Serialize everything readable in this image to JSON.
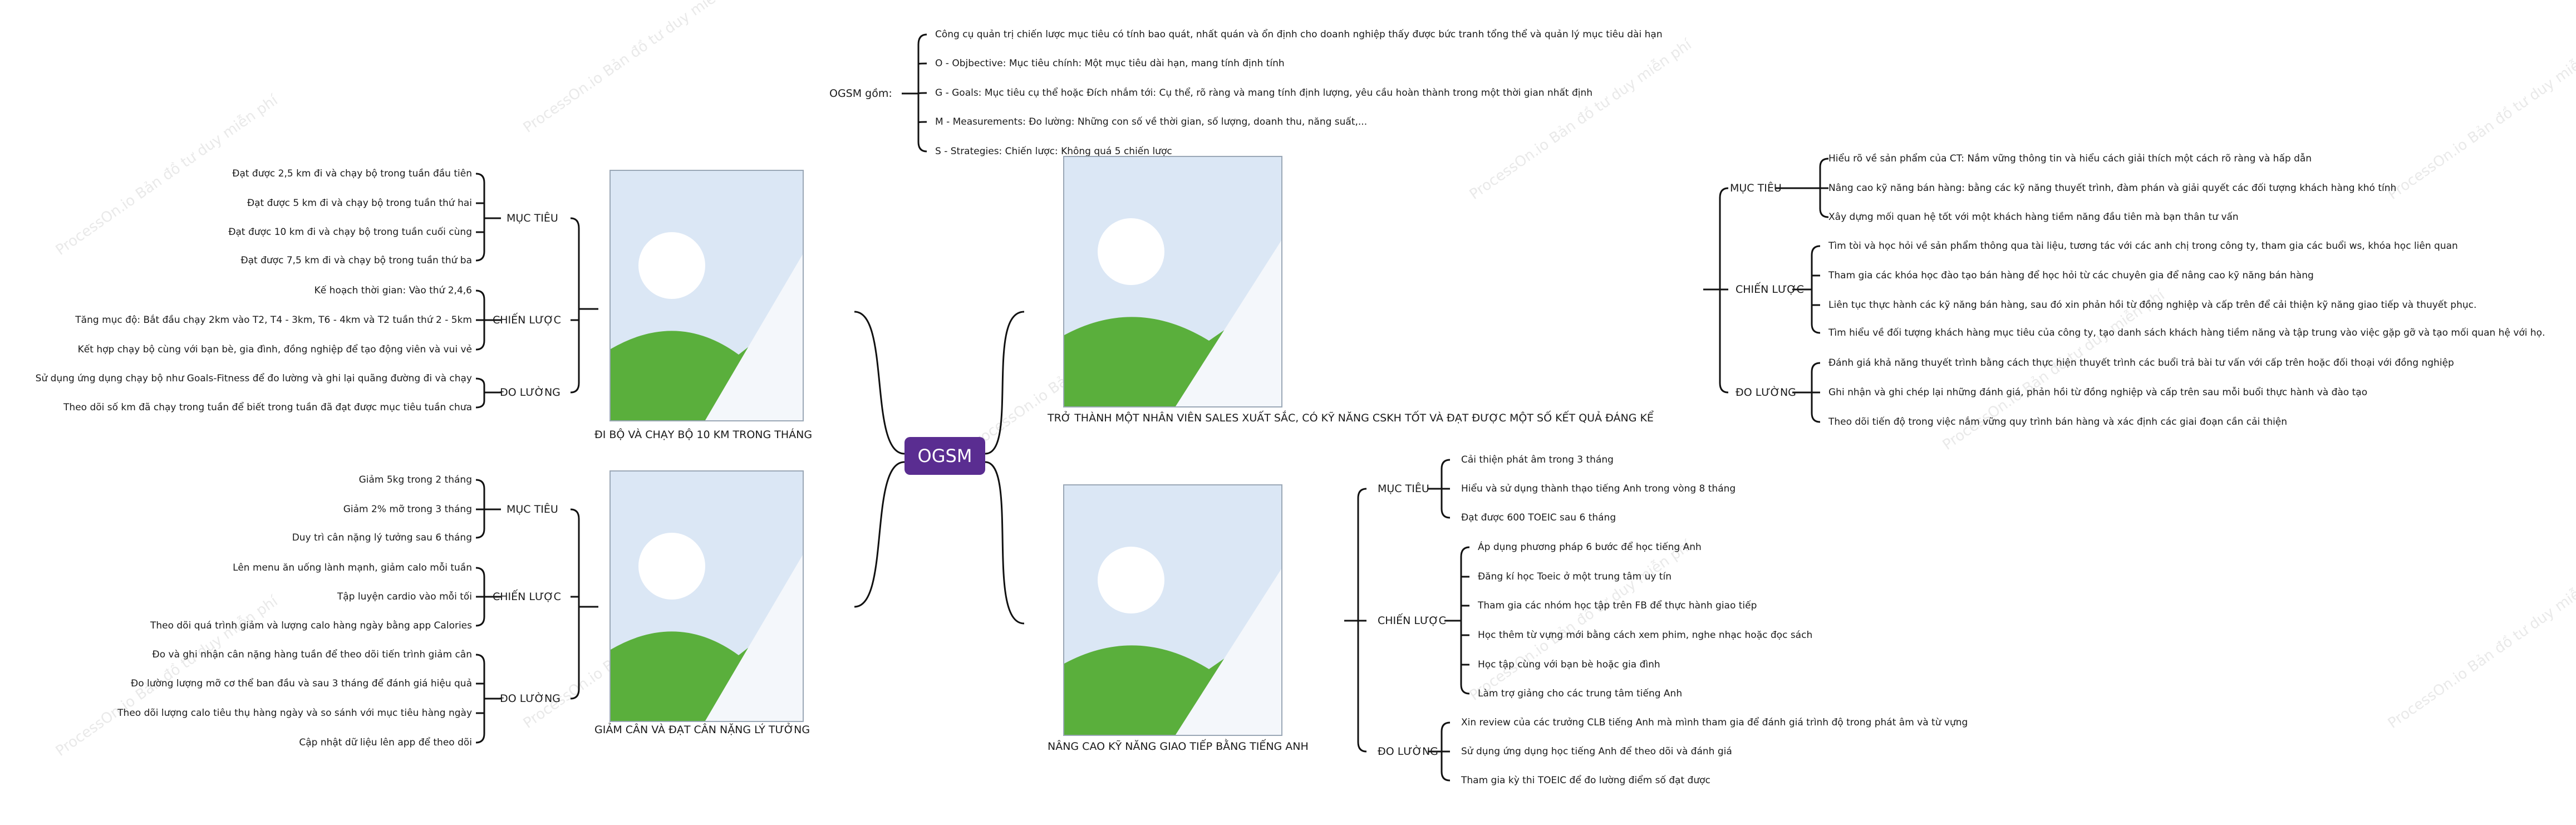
{
  "root": "OGSM",
  "watermark": "ProcessOn.io Bản đồ tư duy miễn phí",
  "intro": {
    "label": "OGSM gồm:",
    "items": [
      "Công cụ quản trị chiến lược mục tiêu có tính bao quát, nhất quán và ổn định cho doanh nghiệp thấy được bức tranh tổng thể và quản lý mục tiêu dài hạn",
      "O - Objbective: Mục tiêu chính: Một mục tiêu dài hạn, mang tính định tính",
      "G - Goals: Mục tiêu cụ thể hoặc Đích nhắm tới: Cụ thể, rõ ràng và mang tính định lượng, yêu cầu hoàn thành trong một thời gian nhất định",
      "M - Measurements: Đo lường: Những con số về thời gian, số lượng, doanh thu, năng suất,...",
      "S - Strategies: Chiến lược: Không quá 5 chiến lược"
    ]
  },
  "branches": {
    "run": {
      "title": "ĐI BỘ VÀ CHẠY BỘ 10 KM TRONG THÁNG",
      "goals_label": "MỤC TIÊU",
      "goals": [
        "Đạt được 2,5 km đi và chạy bộ trong tuần đầu tiên",
        "Đạt được 5 km đi và chạy bộ trong tuần thứ hai",
        "Đạt được 10 km đi và chạy bộ trong tuần cuối cùng",
        "Đạt được 7,5 km đi và chạy bộ trong tuần thứ ba"
      ],
      "strat_label": "CHIẾN LƯỢC",
      "strats": [
        "Kế hoạch thời gian: Vào thứ 2,4,6",
        "Tăng mục độ: Bắt đầu chạy 2km vào T2, T4 - 3km, T6 - 4km và T2 tuần thứ 2 - 5km",
        "Kết hợp chạy bộ cùng với bạn bè, gia đình, đồng nghiệp để tạo động viên và vui vẻ"
      ],
      "meas_label": "ĐO LƯỜNG",
      "meas": [
        "Sử dụng ứng dụng chạy bộ như Goals-Fitness để đo lường và ghi lại quãng đường đi và chạy",
        "Theo dõi số km đã chạy trong tuần để biết trong tuần đã đạt được mục tiêu tuần chưa"
      ]
    },
    "weight": {
      "title": "GIẢM CÂN VÀ ĐẠT CÂN NẶNG LÝ TƯỞNG",
      "goals_label": "MỤC TIÊU",
      "goals": [
        "Giảm 5kg trong 2 tháng",
        "Giảm 2% mỡ trong 3 tháng",
        "Duy trì cân nặng lý tưởng sau 6 tháng"
      ],
      "strat_label": "CHIẾN LƯỢC",
      "strats": [
        "Lên menu ăn uống lành mạnh, giảm calo mỗi tuần",
        "Tập luyện cardio vào mỗi tối",
        "Theo dõi quá trình giảm và lượng calo hàng ngày bằng app Calories"
      ],
      "meas_label": "ĐO LƯỜNG",
      "meas": [
        "Đo và ghi nhận cân nặng hàng tuần để theo dõi tiến trình giảm cân",
        "Đo lường lượng mỡ cơ thể ban đầu và sau 3 tháng để đánh giá hiệu quả",
        "Theo dõi lượng calo tiêu thụ hàng ngày và so sánh với mục tiêu hàng ngày",
        "Cập nhật dữ liệu lên app để theo dõi"
      ]
    },
    "sales": {
      "title": "TRỞ THÀNH MỘT NHÂN VIÊN SALES XUẤT SẮC, CÓ KỸ NĂNG CSKH TỐT VÀ ĐẠT ĐƯỢC MỘT SỐ KẾT QUẢ ĐÁNG KỂ",
      "goals_label": "MỤC TIÊU",
      "goals": [
        "Hiểu rõ về sản phẩm của CT: Nắm vững thông tin và hiểu cách giải thích một cách rõ ràng và hấp dẫn",
        "Nâng cao kỹ năng bán hàng: bằng các kỹ năng thuyết trình, đàm phán và giải quyết các đối tượng khách hàng khó tính",
        "Xây dựng mối quan hệ tốt với một khách hàng tiềm năng đầu tiên mà bạn thân tư vấn"
      ],
      "strat_label": "CHIẾN LƯỢC",
      "strats": [
        "Tìm tòi và học hỏi về sản phẩm thông qua tài liệu, tương tác với các anh chị trong công ty, tham gia các buổi ws, khóa học liên quan",
        "Tham gia các khóa học đào tạo bán hàng để học hỏi từ các chuyên gia để nâng cao kỹ năng bán hàng",
        "Liên tục thực hành các kỹ năng bán hàng, sau đó xin phản hồi từ đồng nghiệp và cấp trên để cải thiện kỹ năng giao tiếp và thuyết phục.",
        "Tìm hiểu về đối tượng khách hàng mục tiêu của công ty, tạo danh sách khách hàng tiềm năng và tập trung vào việc gặp gỡ và tạo mối quan hệ với họ."
      ],
      "meas_label": "ĐO LƯỜNG",
      "meas": [
        "Đánh giá khả năng thuyết trình bằng cách thực hiện thuyết trình các buổi trả bài tư vấn với cấp trên hoặc đối thoại với đồng nghiệp",
        "Ghi nhận và ghi chép lại những đánh giá, phản hồi từ đồng nghiệp và cấp trên sau mỗi buổi thực hành và đào tạo",
        "Theo dõi tiến độ trong việc nắm vững quy trình bán hàng và xác định các giai đoạn cần cải thiện"
      ]
    },
    "english": {
      "title": "NÂNG CAO KỸ NĂNG GIAO TIẾP BẰNG TIẾNG ANH",
      "goals_label": "MỤC TIÊU",
      "goals": [
        "Cải thiện phát âm trong 3 tháng",
        "Hiểu và sử dụng thành thạo tiếng Anh trong vòng 8 tháng",
        "Đạt được 600 TOEIC sau 6 tháng"
      ],
      "strat_label": "CHIẾN LƯỢC",
      "strats": [
        "Áp dụng phương pháp 6 bước để học tiếng Anh",
        "Đăng kí học Toeic ở một trung tâm uy tín",
        "Tham gia các nhóm học tập trên FB để thực hành giao tiếp",
        "Học thêm từ vựng mới bằng cách xem phim, nghe nhạc hoặc đọc sách",
        "Học tập cùng với bạn bè hoặc gia đình",
        "Làm trợ giảng cho các trung tâm tiếng Anh"
      ],
      "meas_label": "ĐO LƯỜNG",
      "meas": [
        "Xin review của các trưởng CLB tiếng Anh mà mình tham gia để đánh giá trình độ trong phát âm và từ vựng",
        "Sử dụng ứng dụng học tiếng Anh để theo dõi và đánh giá",
        "Tham gia kỳ thi TOEIC để đo lường điểm số đạt được"
      ]
    }
  }
}
